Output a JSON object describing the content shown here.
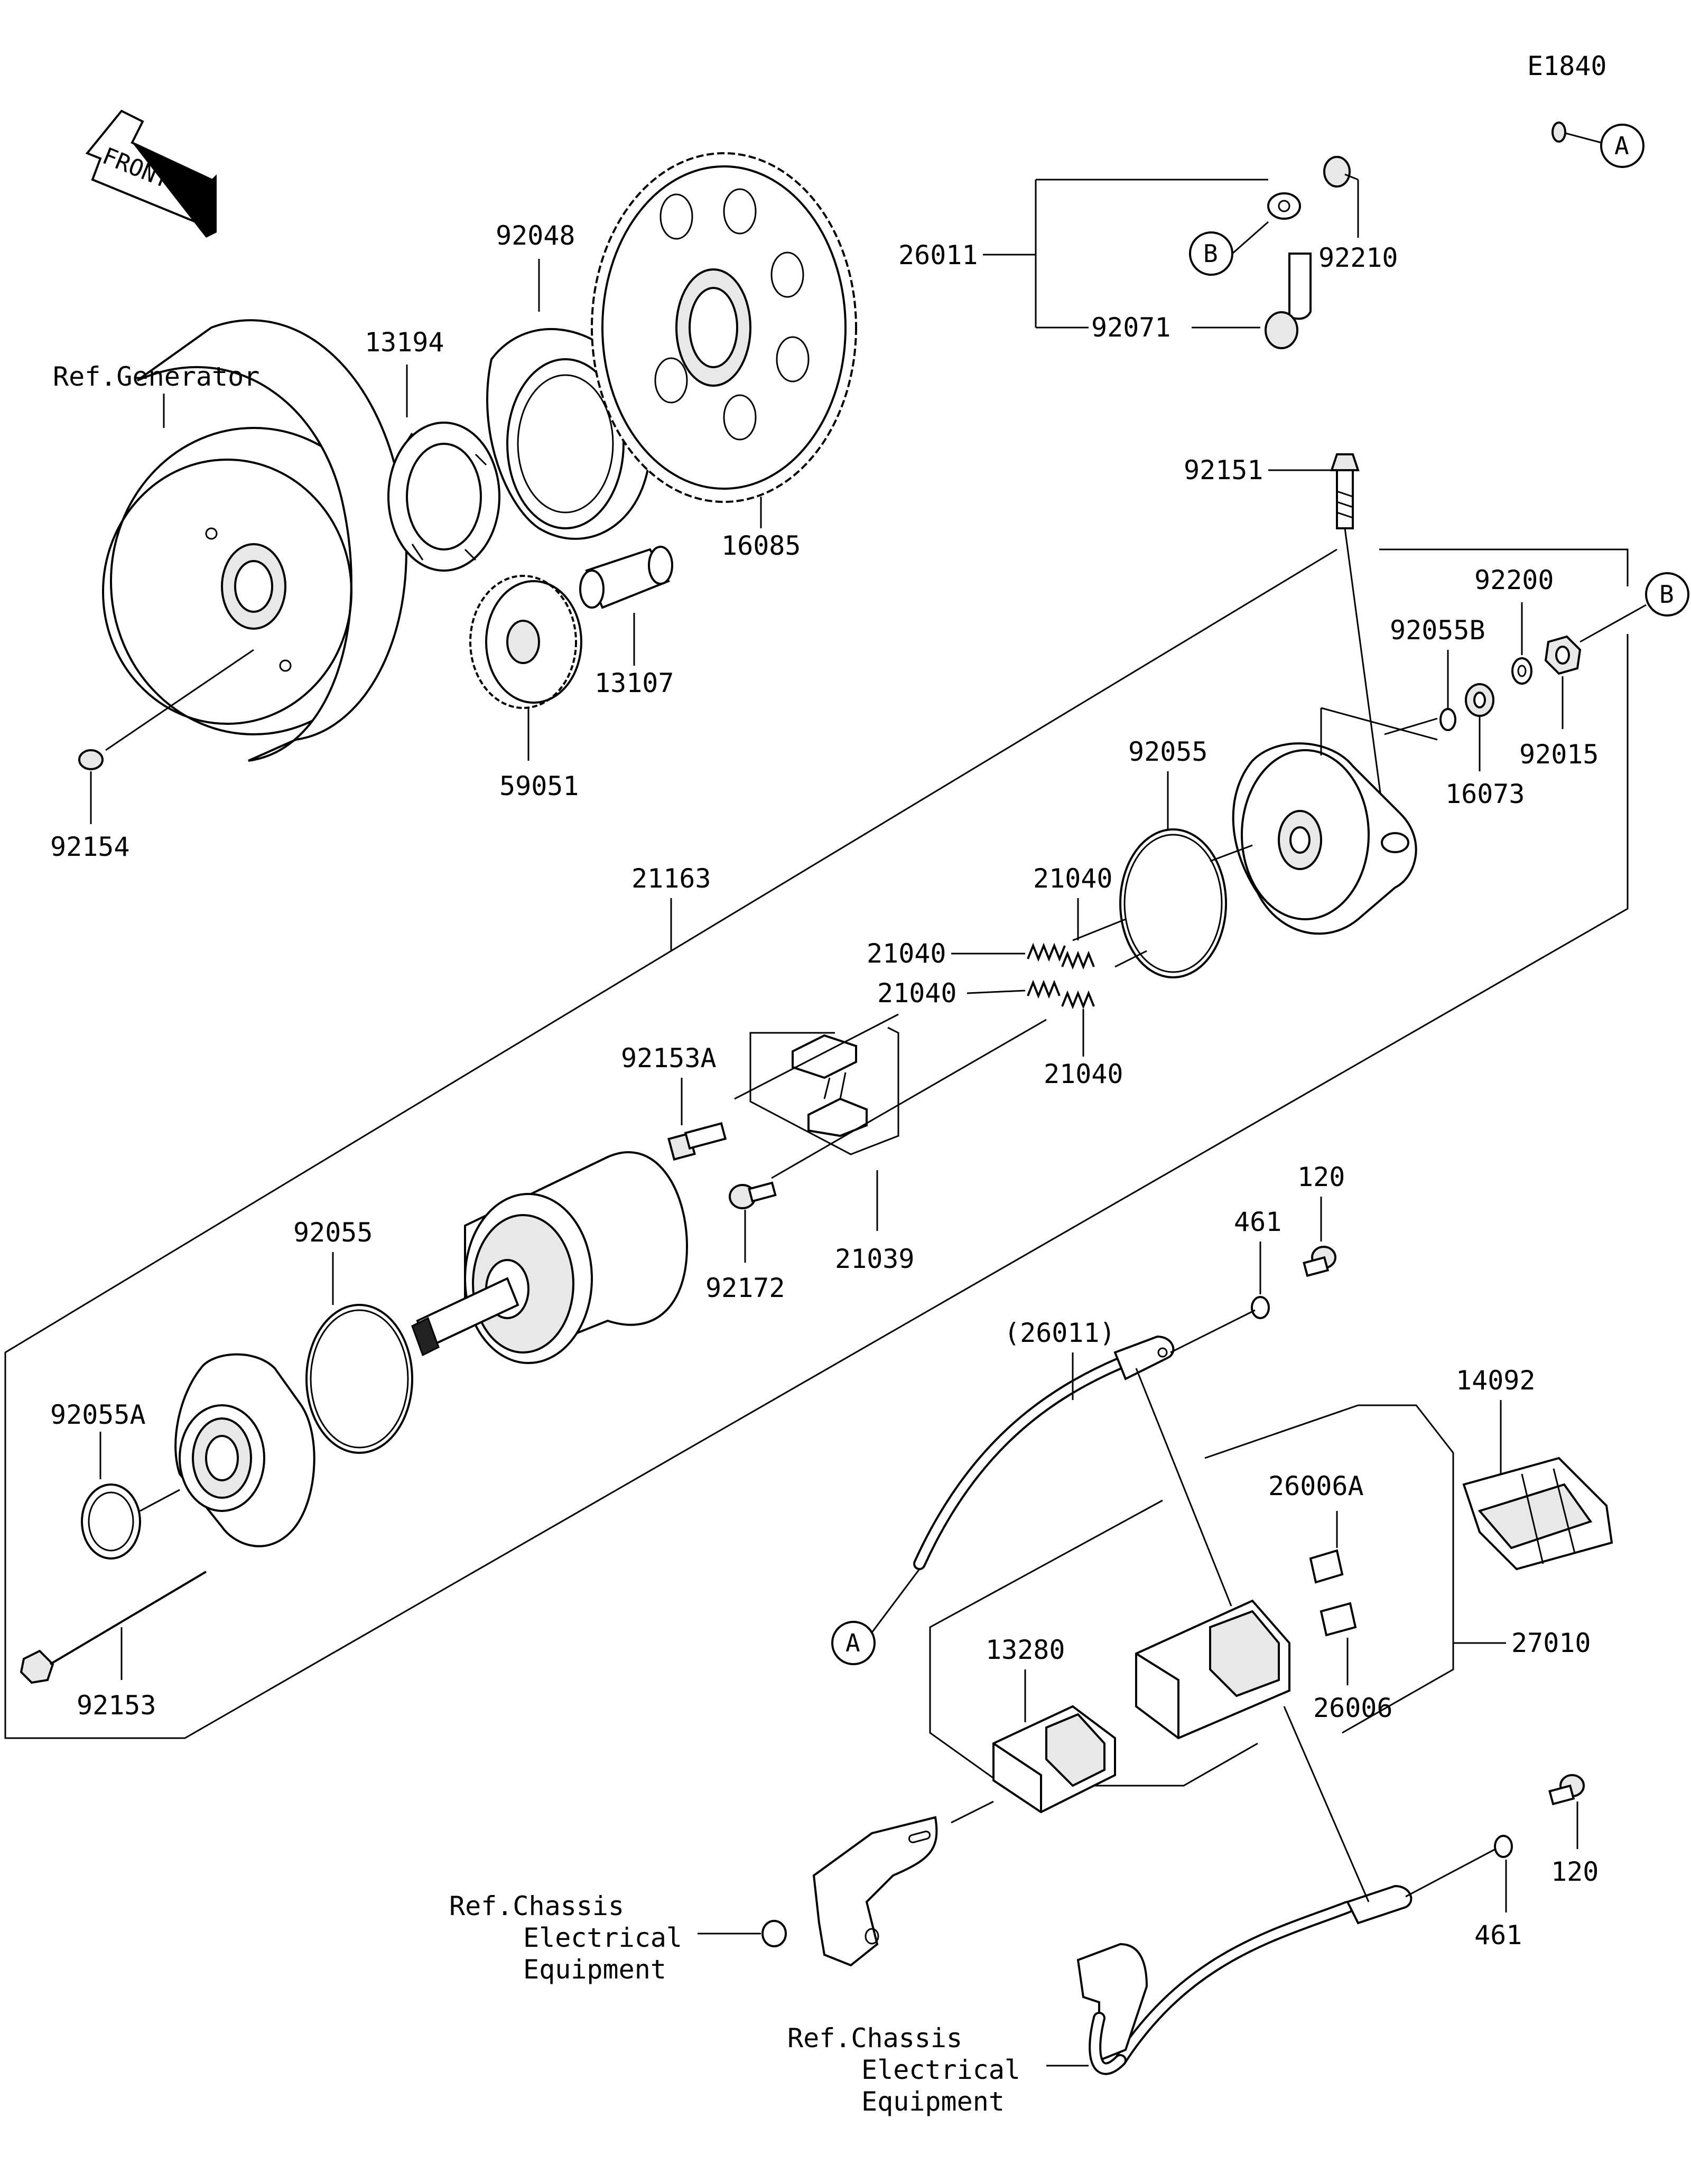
{
  "diagram_code": "E1840",
  "front_label": "FRONT",
  "callouts": {
    "a": "A",
    "b": "B"
  },
  "labels": {
    "ref_generator": "Ref.Generator",
    "p92048": "92048",
    "p13194": "13194",
    "p16085": "16085",
    "p13107": "13107",
    "p59051": "59051",
    "p92154": "92154",
    "p26011": "26011",
    "p92071": "92071",
    "p92210": "92210",
    "p92151": "92151",
    "p92200": "92200",
    "p92055B": "92055B",
    "p16073": "16073",
    "p92015": "92015",
    "p92055_top": "92055",
    "p21163": "21163",
    "p21040_a": "21040",
    "p21040_b": "21040",
    "p21040_c": "21040",
    "p21040_d": "21040",
    "p92153A": "92153A",
    "p92172": "92172",
    "p21039": "21039",
    "p92055_low": "92055",
    "p92055A": "92055A",
    "p92153": "92153",
    "p120_top": "120",
    "p461_top": "461",
    "p26011_paren": "(26011)",
    "p14092": "14092",
    "p26006A": "26006A",
    "p27010": "27010",
    "p26006": "26006",
    "p13280": "13280",
    "p120_bot": "120",
    "p461_bot": "461"
  },
  "refs": {
    "chassis_1": [
      "Ref.Chassis",
      "Electrical",
      "Equipment"
    ],
    "chassis_2": [
      "Ref.Chassis",
      "Electrical",
      "Equipment"
    ]
  }
}
